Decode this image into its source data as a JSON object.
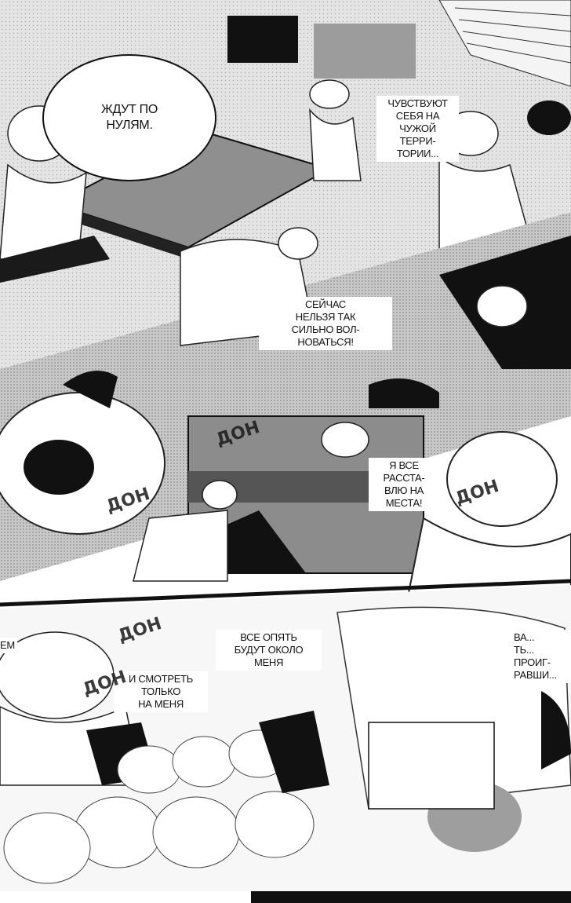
{
  "page": {
    "colors": {
      "ink": "#111111",
      "paper": "#ffffff",
      "screentone": "#9a9a9a",
      "dark": "#1c1c1c"
    }
  },
  "bubbles": {
    "speech_1": "ЖДУТ ПО\nНУЛЯМ."
  },
  "captions": {
    "cap_1": "ЧУВСТВУЮТ\nСЕБЯ НА\nЧУЖОЙ\nТЕРРИ-\nТОРИИ...",
    "cap_2": "СЕЙЧАС\nНЕЛЬЗЯ ТАК\nСИЛЬНО ВОЛ-\nНОВАТЬСЯ!",
    "cap_3": "Я ВСЕ\nРАССТА-\nВЛЮ НА\nМЕСТА!",
    "cap_4": "ВСЕ ОПЯТЬ\nБУДУТ ОКОЛО\nМЕНЯ",
    "cap_5": "И СМОТРЕТЬ\nТОЛЬКО\nНА МЕНЯ",
    "cap_6": "ВА...\nТЬ...\nПРОИГ-\nРАВШИ...",
    "cap_7": "ЕМ"
  },
  "sfx": {
    "sfx_1": "ДОН",
    "sfx_2": "ДОН",
    "sfx_3": "ДОН",
    "sfx_4": "ДОН",
    "sfx_5": "ДОН"
  }
}
